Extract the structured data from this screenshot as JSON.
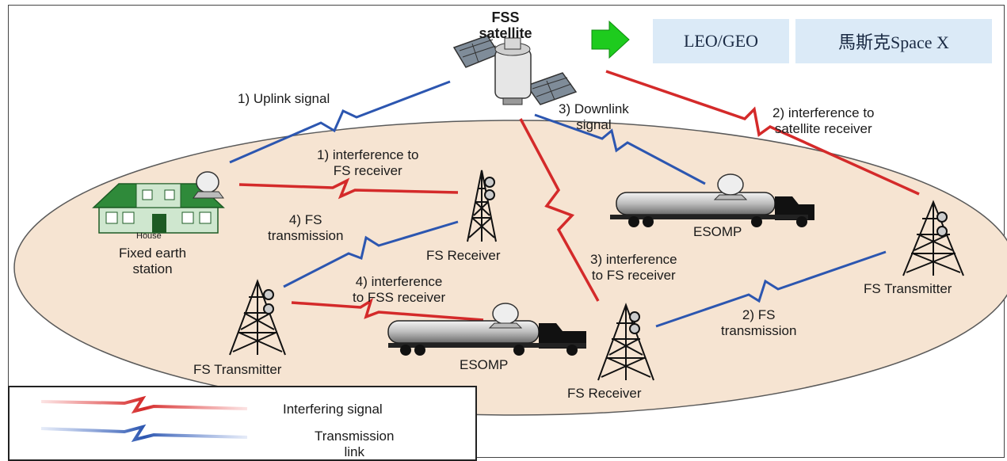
{
  "top_boxes": {
    "leo_geo": "LEO/GEO",
    "spacex": "馬斯克Space X"
  },
  "labels": {
    "satellite": "FSS\nsatellite",
    "uplink": "1) Uplink signal",
    "downlink": "3) Downlink\nsignal",
    "interf_sat_rx": "2) interference to\nsatellite receiver",
    "interf_fs_rx_1": "1) interference to\nFS receiver",
    "fs_transmission_4": "4) FS\ntransmission",
    "house_caption": "House",
    "fixed_earth_station": "Fixed earth\nstation",
    "fs_receiver_center": "FS Receiver",
    "interf_fs_rx_3": "3) interference\nto FS receiver",
    "interf_fss_rx_4": "4) interference\nto FSS receiver",
    "esomp_top": "ESOMP",
    "esomp_bottom": "ESOMP",
    "fs_transmitter_left": "FS Transmitter",
    "fs_transmitter_right": "FS Transmitter",
    "fs_receiver_bottom": "FS Receiver",
    "fs_transmission_2": "2) FS\ntransmission"
  },
  "legend": {
    "interfering": "Interfering signal",
    "transmission": "Transmission\nlink"
  },
  "colors": {
    "interfering": "#d42a2a",
    "transmission": "#2c56b0",
    "ellipse_fill": "#f6e4d2",
    "arrow_green": "#1ecb1e",
    "box_bg": "#dbeaf7"
  }
}
